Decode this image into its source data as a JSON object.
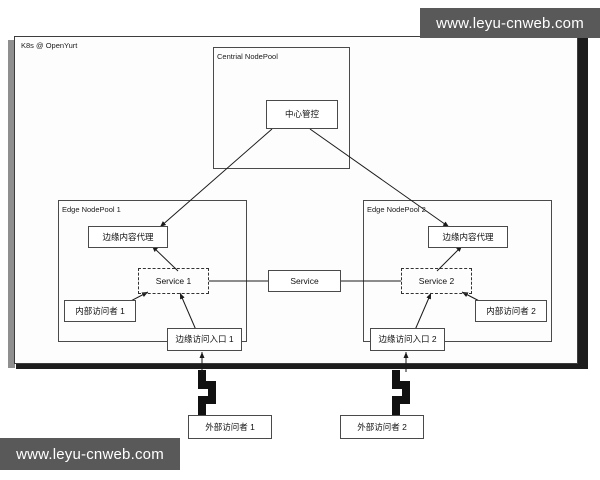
{
  "watermarks": {
    "top": "www.leyu-cnweb.com",
    "bottom": "www.leyu-cnweb.com"
  },
  "diagram": {
    "title": "K8s @ OpenYurt",
    "containers": [
      {
        "id": "k8s",
        "label": "K8s @ OpenYurt"
      },
      {
        "id": "central",
        "label": "Centrial NodePool"
      },
      {
        "id": "edge1",
        "label": "Edge NodePool 1"
      },
      {
        "id": "edge2",
        "label": "Edge NodePool 2"
      }
    ],
    "nodes": [
      {
        "id": "center-control",
        "label": "中心管控",
        "style": "solid"
      },
      {
        "id": "edge-proxy-1",
        "label": "边缘内容代理",
        "style": "solid"
      },
      {
        "id": "edge-proxy-2",
        "label": "边缘内容代理",
        "style": "solid"
      },
      {
        "id": "service-1",
        "label": "Service 1",
        "style": "dashed"
      },
      {
        "id": "service-2",
        "label": "Service 2",
        "style": "dashed"
      },
      {
        "id": "service-mid",
        "label": "Service",
        "style": "solid"
      },
      {
        "id": "internal-user-1",
        "label": "内部访问者 1",
        "style": "solid"
      },
      {
        "id": "internal-user-2",
        "label": "内部访问者 2",
        "style": "solid"
      },
      {
        "id": "edge-entry-1",
        "label": "边缘访问入口 1",
        "style": "solid"
      },
      {
        "id": "edge-entry-2",
        "label": "边缘访问入口 2",
        "style": "solid"
      },
      {
        "id": "external-user-1",
        "label": "外部访问者 1",
        "style": "solid"
      },
      {
        "id": "external-user-2",
        "label": "外部访问者 2",
        "style": "solid"
      }
    ],
    "edges": [
      {
        "from": "center-control",
        "to": "edge-proxy-1",
        "kind": "arrow"
      },
      {
        "from": "center-control",
        "to": "edge-proxy-2",
        "kind": "arrow"
      },
      {
        "from": "service-1",
        "to": "edge-proxy-1",
        "kind": "arrow"
      },
      {
        "from": "service-2",
        "to": "edge-proxy-2",
        "kind": "arrow"
      },
      {
        "from": "internal-user-1",
        "to": "service-1",
        "kind": "arrow"
      },
      {
        "from": "internal-user-2",
        "to": "service-2",
        "kind": "arrow"
      },
      {
        "from": "edge-entry-1",
        "to": "service-1",
        "kind": "arrow"
      },
      {
        "from": "edge-entry-2",
        "to": "service-2",
        "kind": "arrow"
      },
      {
        "from": "service-1",
        "to": "service-mid",
        "kind": "line"
      },
      {
        "from": "service-mid",
        "to": "service-2",
        "kind": "line"
      },
      {
        "from": "external-user-1",
        "to": "edge-entry-1",
        "kind": "zigzag"
      },
      {
        "from": "external-user-2",
        "to": "edge-entry-2",
        "kind": "zigzag"
      }
    ]
  },
  "colors": {
    "watermark_background": "#595959",
    "watermark_text": "#ffffff",
    "box_border": "#4a4a4a",
    "frame_shadow": "#1d1d1d",
    "canvas": "#ffffff"
  }
}
